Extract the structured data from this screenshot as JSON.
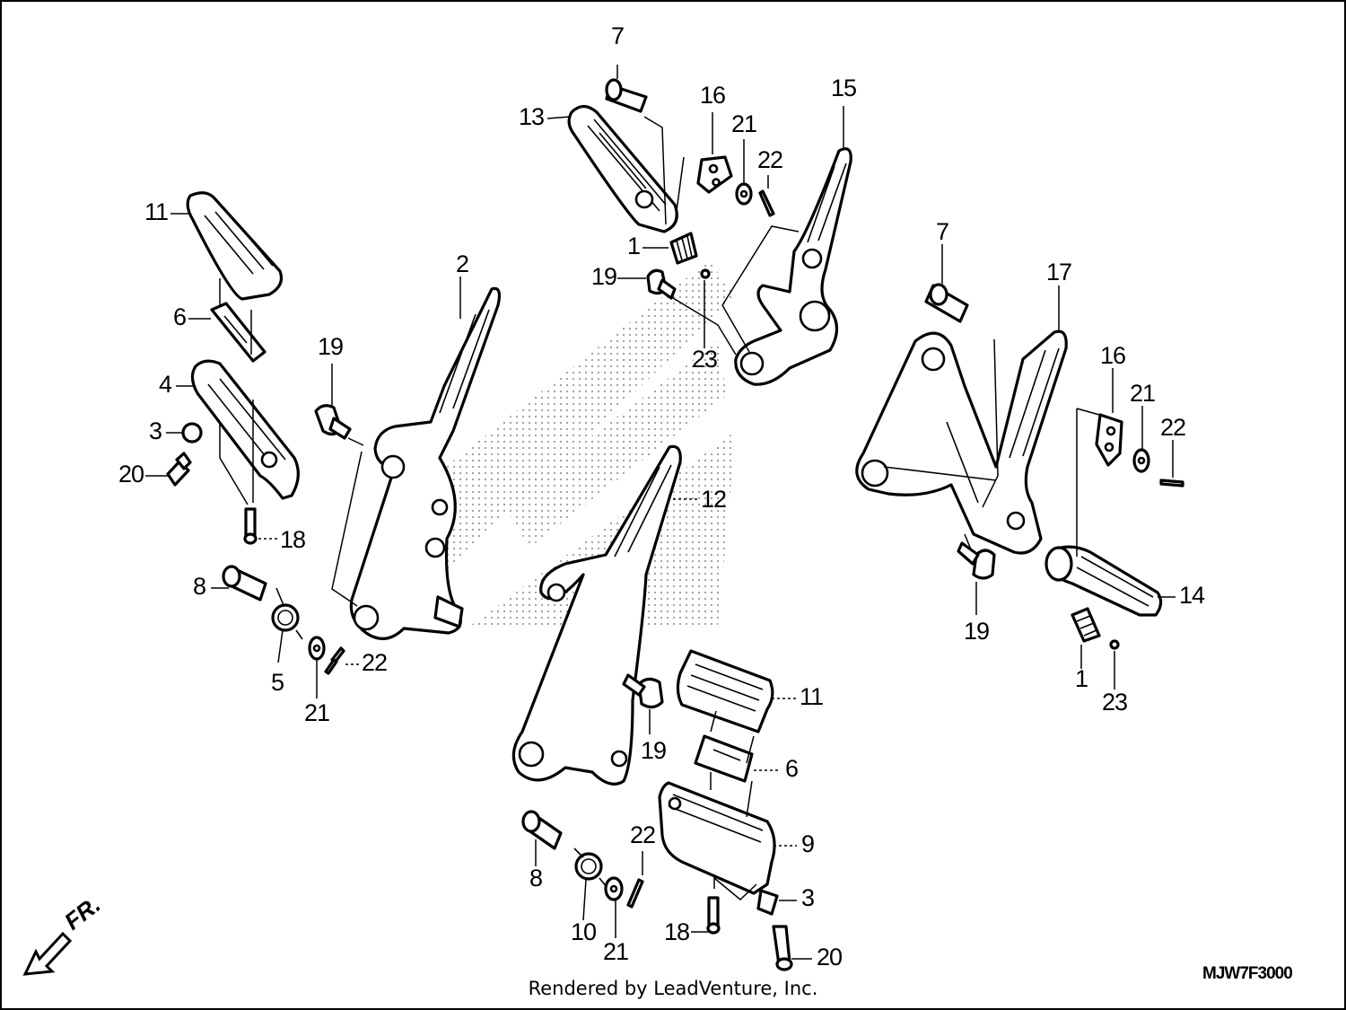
{
  "diagram": {
    "credit": "Rendered by LeadVenture, Inc.",
    "diagram_code": "MJW7F3000",
    "direction_indicator": "FR.",
    "callouts": [
      {
        "id": "c-7-top",
        "text": "7"
      },
      {
        "id": "c-16-top",
        "text": "16"
      },
      {
        "id": "c-15",
        "text": "15"
      },
      {
        "id": "c-13",
        "text": "13"
      },
      {
        "id": "c-21-top",
        "text": "21"
      },
      {
        "id": "c-22-top",
        "text": "22"
      },
      {
        "id": "c-1-top",
        "text": "1"
      },
      {
        "id": "c-19-top",
        "text": "19"
      },
      {
        "id": "c-23-top",
        "text": "23"
      },
      {
        "id": "c-11-left",
        "text": "11"
      },
      {
        "id": "c-2",
        "text": "2"
      },
      {
        "id": "c-6-left",
        "text": "6"
      },
      {
        "id": "c-19-left",
        "text": "19"
      },
      {
        "id": "c-4",
        "text": "4"
      },
      {
        "id": "c-3-left",
        "text": "3"
      },
      {
        "id": "c-20-left",
        "text": "20"
      },
      {
        "id": "c-18-left",
        "text": "18"
      },
      {
        "id": "c-8-left",
        "text": "8"
      },
      {
        "id": "c-5",
        "text": "5"
      },
      {
        "id": "c-21-left",
        "text": "21"
      },
      {
        "id": "c-22-left",
        "text": "22"
      },
      {
        "id": "c-12",
        "text": "12"
      },
      {
        "id": "c-19-mid",
        "text": "19"
      },
      {
        "id": "c-11-mid",
        "text": "11"
      },
      {
        "id": "c-6-mid",
        "text": "6"
      },
      {
        "id": "c-9",
        "text": "9"
      },
      {
        "id": "c-22-bot",
        "text": "22"
      },
      {
        "id": "c-8-bot",
        "text": "8"
      },
      {
        "id": "c-10",
        "text": "10"
      },
      {
        "id": "c-21-bot",
        "text": "21"
      },
      {
        "id": "c-18-bot",
        "text": "18"
      },
      {
        "id": "c-3-bot",
        "text": "3"
      },
      {
        "id": "c-20-bot",
        "text": "20"
      },
      {
        "id": "c-7-right",
        "text": "7"
      },
      {
        "id": "c-17",
        "text": "17"
      },
      {
        "id": "c-16-right",
        "text": "16"
      },
      {
        "id": "c-21-right",
        "text": "21"
      },
      {
        "id": "c-22-right",
        "text": "22"
      },
      {
        "id": "c-14",
        "text": "14"
      },
      {
        "id": "c-19-right",
        "text": "19"
      },
      {
        "id": "c-1-right",
        "text": "1"
      },
      {
        "id": "c-23-right",
        "text": "23"
      }
    ]
  }
}
